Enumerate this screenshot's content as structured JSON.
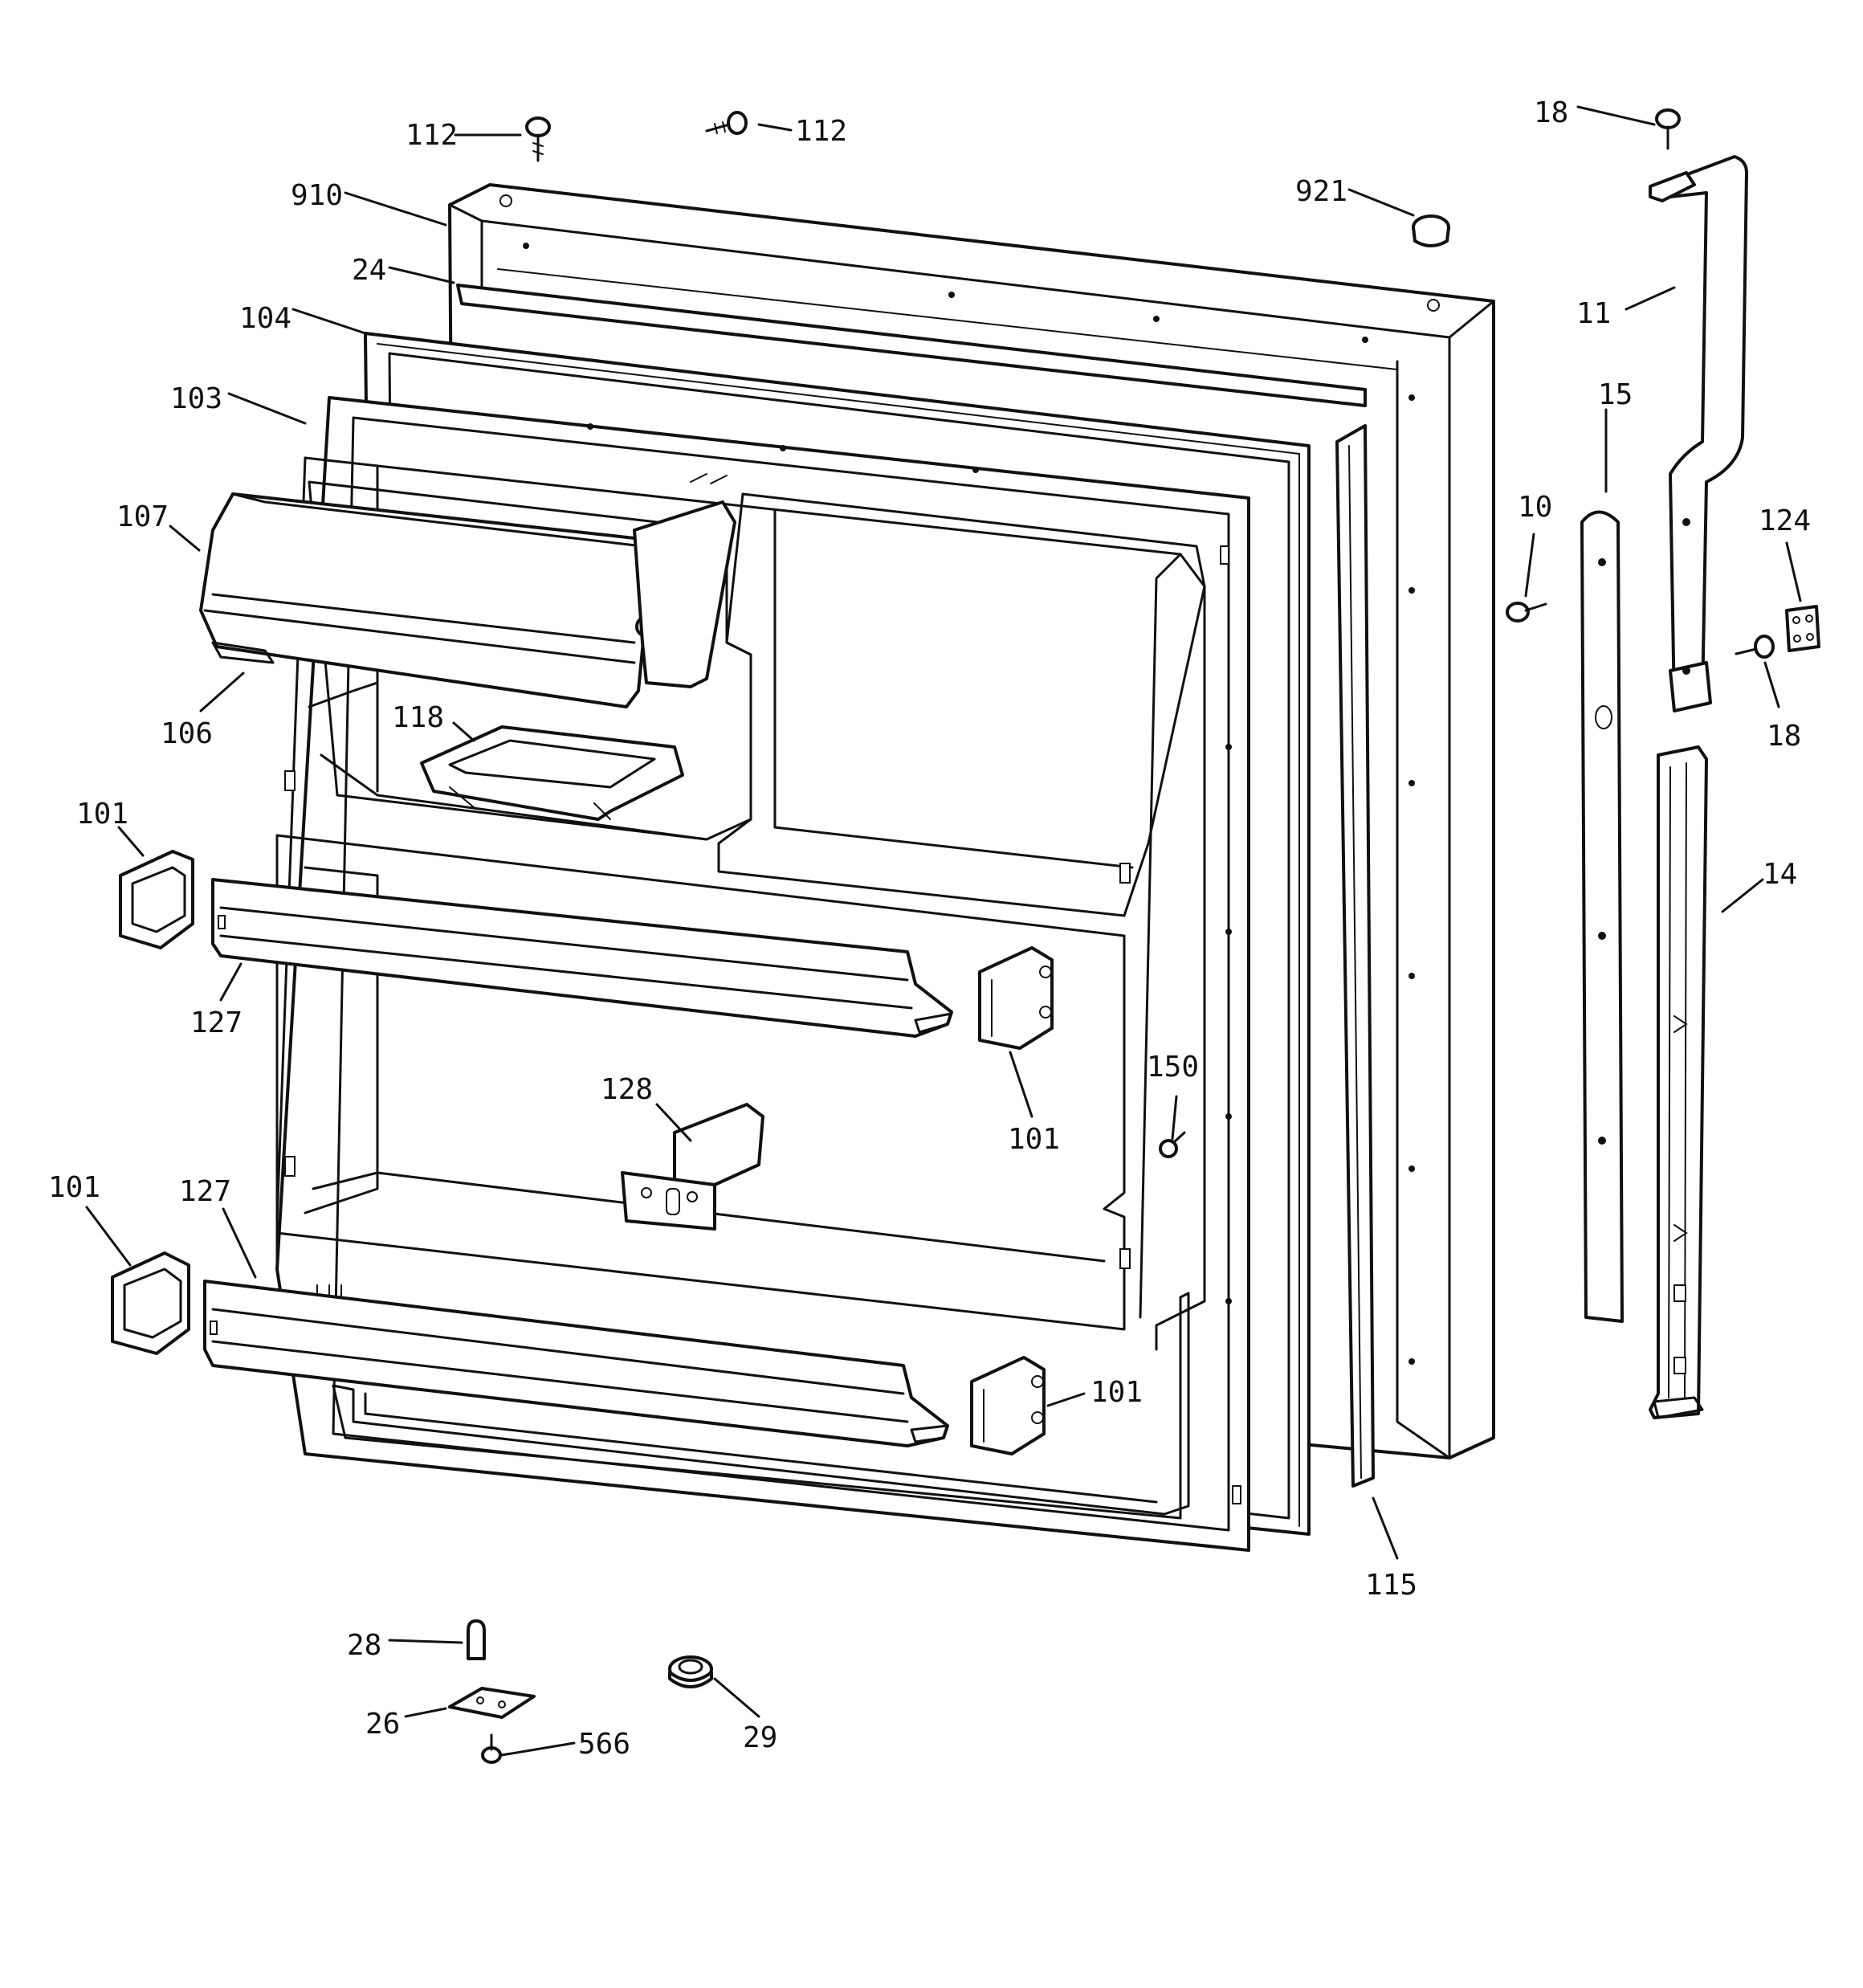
{
  "callouts": {
    "c112a": "112",
    "c112b": "112",
    "c910": "910",
    "c921": "921",
    "c18a": "18",
    "c24": "24",
    "c104": "104",
    "c11": "11",
    "c103": "103",
    "c15": "15",
    "c107": "107",
    "c10": "10",
    "c124": "124",
    "c106": "106",
    "c118": "118",
    "c18b": "18",
    "c101a": "101",
    "c14": "14",
    "c127a": "127",
    "c150": "150",
    "c128": "128",
    "c101b": "101",
    "c101c": "101",
    "c127b": "127",
    "c101d": "101",
    "c115": "115",
    "c28": "28",
    "c26": "26",
    "c29": "29",
    "c566": "566"
  }
}
